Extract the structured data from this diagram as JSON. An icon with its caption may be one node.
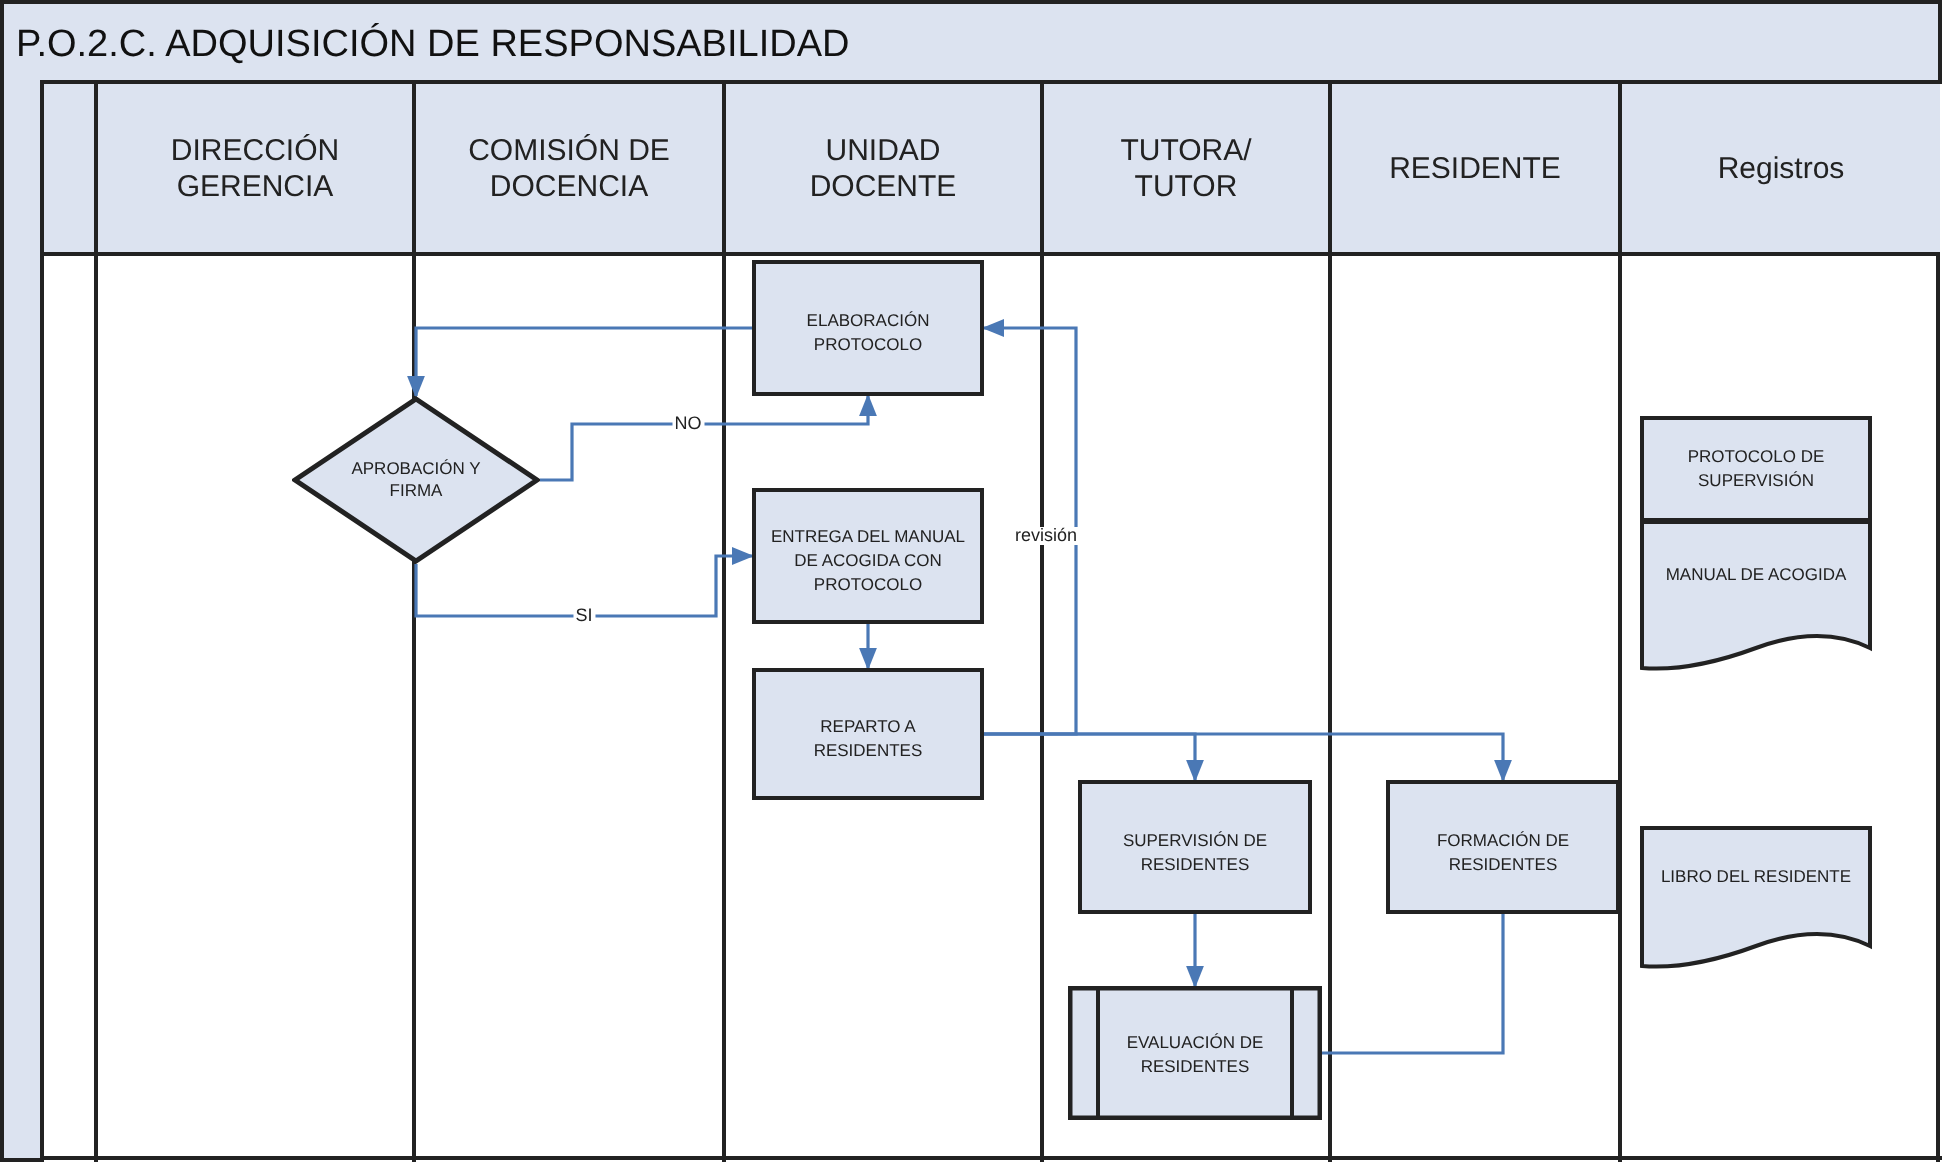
{
  "diagram": {
    "title": "P.O.2.C. ADQUISICIÓN DE RESPONSABILIDAD",
    "nodes": [
      {
        "text": [
          "DIRECCIÓN GERENCIA"
        ]
      },
      {
        "text": [
          "COMISIÓN DE DOCENCIA"
        ]
      },
      {
        "text": [
          "UNIDAD DOCENTE"
        ]
      },
      {
        "text": [
          "TUTORA/ TUTOR"
        ]
      },
      {
        "text": [
          "RESIDENTE"
        ]
      },
      {
        "text": [
          "Registros"
        ]
      },
      {
        "text": [
          "ELABORACIÓN PROTOCOLO"
        ]
      },
      {
        "text": [
          "APROBACIÓN Y FIRMA"
        ]
      },
      {
        "text": [
          "ENTREGA DEL MANUAL DE ACOGIDA CON PROTOCOLO"
        ]
      },
      {
        "text": [
          "REPARTO A RESIDENTES"
        ]
      },
      {
        "text": [
          "SUPERVISIÓN DE RESIDENTES"
        ]
      },
      {
        "text": [
          "FORMACIÓN DE RESIDENTES"
        ]
      },
      {
        "text": [
          "EVALUACIÓN DE RESIDENTES"
        ]
      },
      {
        "text": [
          "PROTOCOLO DE SUPERVISIÓN"
        ]
      },
      {
        "text": [
          "MANUAL DE ACOGIDA"
        ]
      },
      {
        "text": [
          "LIBRO DEL RESIDENTE"
        ]
      }
    ],
    "edges": [
      {
        "from": 6,
        "to": 7,
        "arrow": "to"
      },
      {
        "from": 7,
        "to": 6,
        "arrow": "to",
        "label": "NO"
      },
      {
        "from": 7,
        "to": 8,
        "arrow": "to",
        "label": "SI"
      },
      {
        "from": 8,
        "to": 9,
        "arrow": "to"
      },
      {
        "from": 9,
        "to": 10,
        "arrow": "to"
      },
      {
        "from": 9,
        "to": 11,
        "arrow": "to"
      },
      {
        "from": 9,
        "to": 6,
        "arrow": "to",
        "label": "revisión"
      },
      {
        "from": 10,
        "to": 12,
        "arrow": "to"
      },
      {
        "from": 11,
        "to": 12,
        "arrow": "none"
      }
    ]
  }
}
